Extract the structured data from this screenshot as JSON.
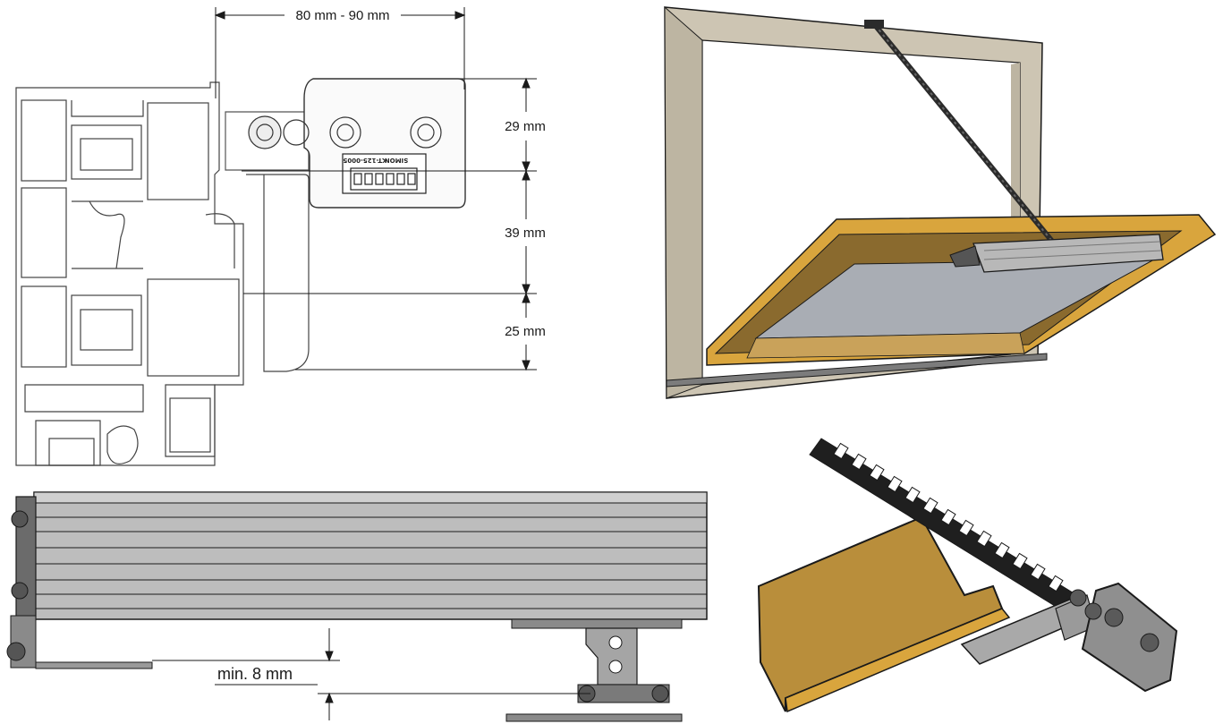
{
  "dimensions": {
    "width_range": "80 mm - 90 mm",
    "height_top": "29 mm",
    "height_mid": "39 mm",
    "height_bottom": "25 mm",
    "min_gap": "min. 8 mm"
  },
  "device_marking": {
    "brand": "SIMON",
    "part_code": "KT-125-0005"
  },
  "colors": {
    "line": "#1a1a1a",
    "frame_beige": "#cdc5b3",
    "sash_wood": "#d9a53d",
    "sash_dark": "#8a6a2e",
    "glass": "#a9adb4",
    "aluminium": "#b8b8b8",
    "chain": "#2b2b2b"
  }
}
